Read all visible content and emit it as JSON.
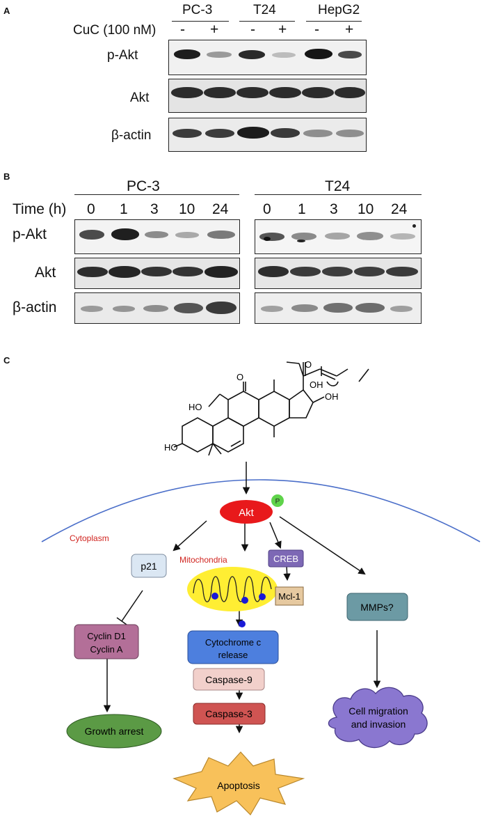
{
  "panelA": {
    "label": "A",
    "cell_lines": [
      "PC-3",
      "T24",
      "HepG2"
    ],
    "treatment_label": "CuC (100 nM)",
    "signs": [
      "-",
      "+",
      "-",
      "+",
      "-",
      "+"
    ],
    "rows": [
      "p-Akt",
      "Akt",
      "β-actin"
    ]
  },
  "panelB": {
    "label": "B",
    "groups": [
      "PC-3",
      "T24"
    ],
    "time_label": "Time (h)",
    "times": [
      "0",
      "1",
      "3",
      "10",
      "24"
    ],
    "rows": [
      "p-Akt",
      "Akt",
      "β-actin"
    ]
  },
  "panelC": {
    "label": "C",
    "structure_labels": {
      "o_top": "O",
      "oh_side": "OH",
      "o_ketone": "O",
      "oh_ring": "OH",
      "ho_methylene": "HO",
      "ho_ring": "HO"
    },
    "akt": "Akt",
    "phospho": "P",
    "cytoplasm": "Cytoplasm",
    "mitochondria": "Mitochondria",
    "p21": "p21",
    "creb": "CREB",
    "mcl1": "Mcl-1",
    "cyclin_lines": [
      "Cyclin D1",
      "Cyclin A"
    ],
    "cytochrome_lines": [
      "Cytochrome c",
      "release"
    ],
    "caspase9": "Caspase-9",
    "caspase3": "Caspase-3",
    "apoptosis": "Apoptosis",
    "growth_arrest": "Growth arrest",
    "mmps": "MMPs?",
    "migration_lines": [
      "Cell migration",
      "and invasion"
    ]
  },
  "colors": {
    "akt": "#e8191b",
    "phospho": "#5fd34a",
    "p21": "#dbe7f3",
    "creb": "#7d68b5",
    "mitochondria": "#ffee33",
    "mcl1": "#e6c9a0",
    "cyclin": "#b36f98",
    "growth_arrest": "#5b9a45",
    "cytochrome": "#4d7fde",
    "caspase9": "#f2d0cb",
    "caspase3": "#cf5452",
    "apoptosis": "#f8c15a",
    "mmps": "#6c9aa4",
    "migration": "#8a77d0",
    "membrane": "#4a6ec9",
    "red_text": "#d0231e"
  }
}
